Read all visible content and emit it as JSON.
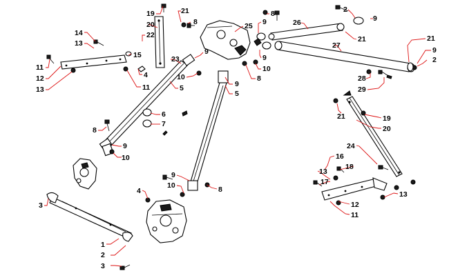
{
  "diagram": {
    "callouts": [
      {
        "text": "19"
      },
      {
        "text": "21"
      },
      {
        "text": "20"
      },
      {
        "text": "8"
      },
      {
        "text": "22"
      },
      {
        "text": "14"
      },
      {
        "text": "13"
      },
      {
        "text": "15"
      },
      {
        "text": "11"
      },
      {
        "text": "12"
      },
      {
        "text": "13"
      },
      {
        "text": "4"
      },
      {
        "text": "11"
      },
      {
        "text": "23"
      },
      {
        "text": "9"
      },
      {
        "text": "5"
      },
      {
        "text": "10"
      },
      {
        "text": "9"
      },
      {
        "text": "5"
      },
      {
        "text": "25"
      },
      {
        "text": "8"
      },
      {
        "text": "9"
      },
      {
        "text": "10"
      },
      {
        "text": "9"
      },
      {
        "text": "8"
      },
      {
        "text": "26"
      },
      {
        "text": "2"
      },
      {
        "text": "9"
      },
      {
        "text": "21"
      },
      {
        "text": "27"
      },
      {
        "text": "21"
      },
      {
        "text": "9"
      },
      {
        "text": "2"
      },
      {
        "text": "28"
      },
      {
        "text": "29"
      },
      {
        "text": "6"
      },
      {
        "text": "7"
      },
      {
        "text": "8"
      },
      {
        "text": "9"
      },
      {
        "text": "10"
      },
      {
        "text": "21"
      },
      {
        "text": "19"
      },
      {
        "text": "20"
      },
      {
        "text": "24"
      },
      {
        "text": "16"
      },
      {
        "text": "13"
      },
      {
        "text": "18"
      },
      {
        "text": "17"
      },
      {
        "text": "13"
      },
      {
        "text": "12"
      },
      {
        "text": "11"
      },
      {
        "text": "9"
      },
      {
        "text": "10"
      },
      {
        "text": "8"
      },
      {
        "text": "4"
      },
      {
        "text": "3"
      },
      {
        "text": "1"
      },
      {
        "text": "2"
      },
      {
        "text": "3"
      }
    ]
  }
}
